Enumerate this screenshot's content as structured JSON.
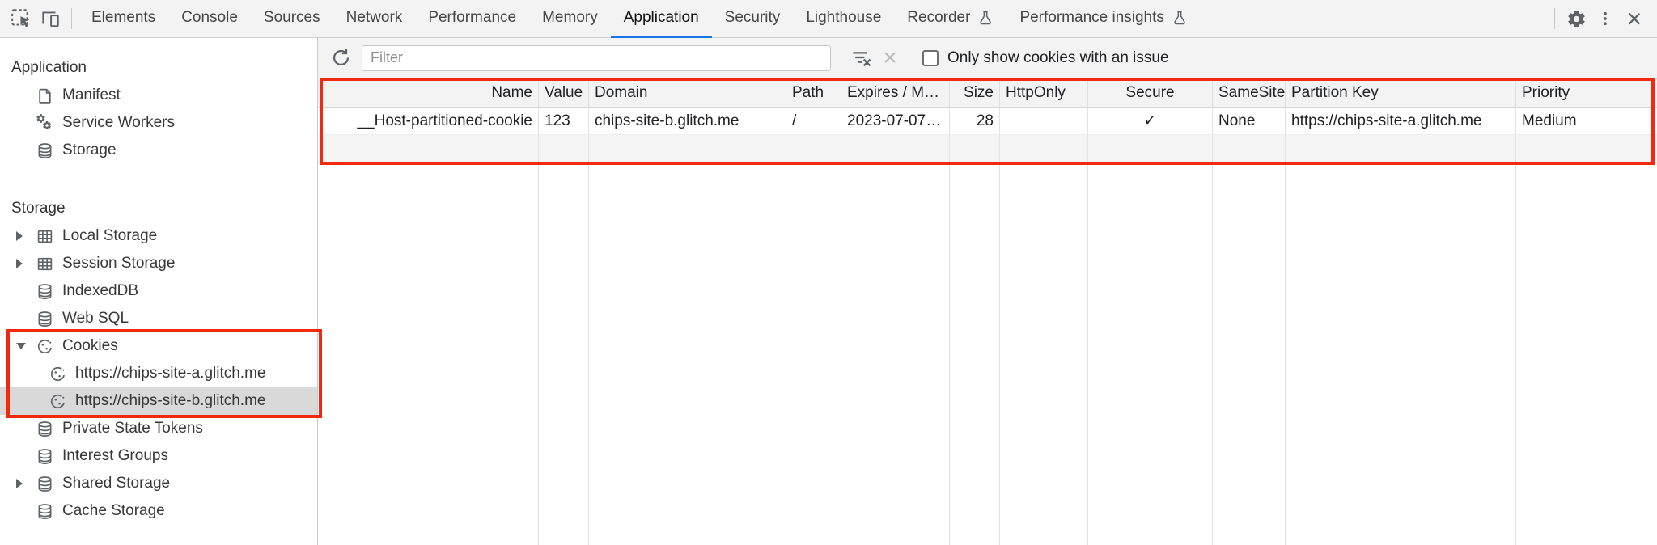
{
  "tabbar": {
    "tabs": [
      {
        "label": "Elements"
      },
      {
        "label": "Console"
      },
      {
        "label": "Sources"
      },
      {
        "label": "Network"
      },
      {
        "label": "Performance"
      },
      {
        "label": "Memory"
      },
      {
        "label": "Application",
        "active": true
      },
      {
        "label": "Security"
      },
      {
        "label": "Lighthouse"
      },
      {
        "label": "Recorder",
        "flask": true
      },
      {
        "label": "Performance insights",
        "flask": true
      }
    ]
  },
  "sidebar": {
    "sections": [
      {
        "title": "Application",
        "items": [
          {
            "label": "Manifest",
            "icon": "file"
          },
          {
            "label": "Service Workers",
            "icon": "gears"
          },
          {
            "label": "Storage",
            "icon": "database"
          }
        ]
      },
      {
        "title": "Storage",
        "items": [
          {
            "label": "Local Storage",
            "icon": "grid",
            "arrow": "collapsed"
          },
          {
            "label": "Session Storage",
            "icon": "grid",
            "arrow": "collapsed"
          },
          {
            "label": "IndexedDB",
            "icon": "database"
          },
          {
            "label": "Web SQL",
            "icon": "database"
          },
          {
            "label": "Cookies",
            "icon": "cookie",
            "arrow": "expanded"
          },
          {
            "label": "https://chips-site-a.glitch.me",
            "icon": "cookie",
            "level": 2
          },
          {
            "label": "https://chips-site-b.glitch.me",
            "icon": "cookie",
            "level": 2,
            "selected": true
          },
          {
            "label": "Private State Tokens",
            "icon": "database"
          },
          {
            "label": "Interest Groups",
            "icon": "database"
          },
          {
            "label": "Shared Storage",
            "icon": "database",
            "arrow": "collapsed"
          },
          {
            "label": "Cache Storage",
            "icon": "database"
          }
        ]
      }
    ]
  },
  "toolbar": {
    "filter_placeholder": "Filter",
    "only_show_label": "Only show cookies with an issue"
  },
  "cookie_table": {
    "columns": [
      "Name",
      "Value",
      "Domain",
      "Path",
      "Expires / M…",
      "Size",
      "HttpOnly",
      "Secure",
      "SameSite",
      "Partition Key",
      "Priority"
    ],
    "rows": [
      [
        "__Host-partitioned-cookie",
        "123",
        "chips-site-b.glitch.me",
        "/",
        "2023-07-07…",
        "28",
        "",
        "✓",
        "None",
        "https://chips-site-a.glitch.me",
        "Medium"
      ]
    ]
  },
  "colors": {
    "accent": "#1a73e8",
    "annotation_red": "#f3290f",
    "selection_gray": "#d9d9d9"
  }
}
